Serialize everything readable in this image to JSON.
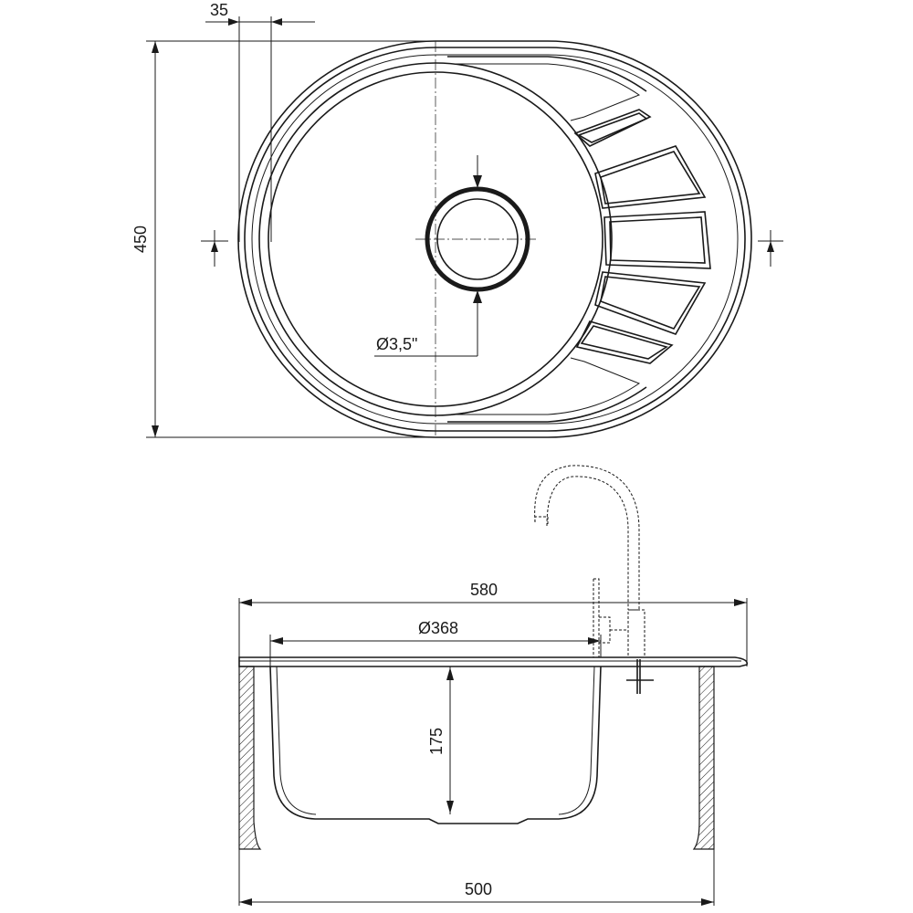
{
  "dimensions": {
    "rim_offset": "35",
    "height_label": "450",
    "drain_label": "Ø3,5\"",
    "overall_width": "580",
    "bowl_diameter": "Ø368",
    "bowl_depth": "175",
    "cutout_width": "500"
  }
}
